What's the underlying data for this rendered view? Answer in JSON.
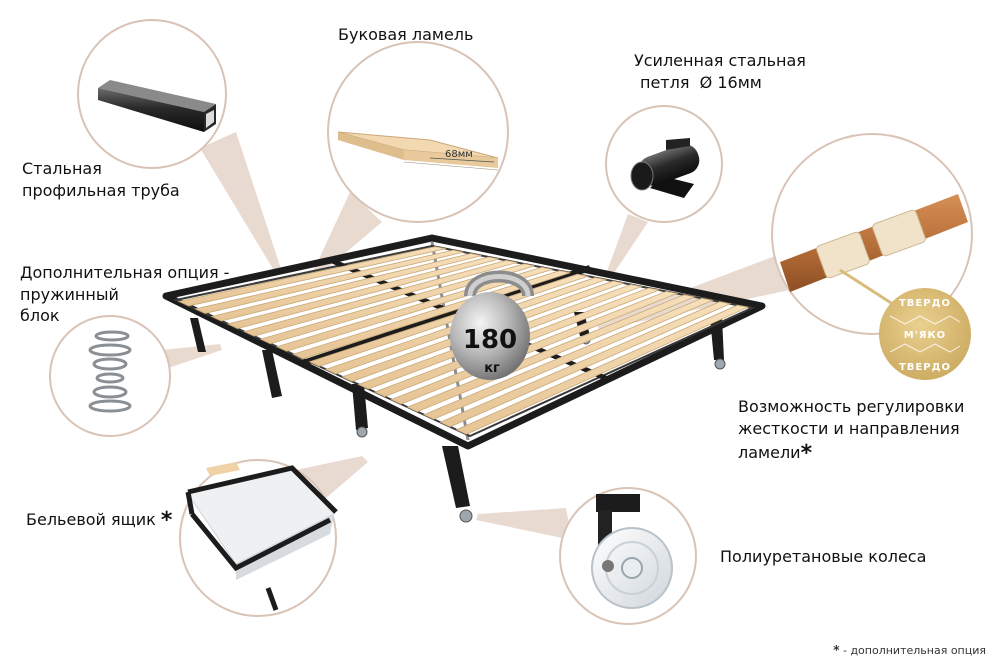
{
  "labels": {
    "beech_slat": "Буковая ламель",
    "steel_loop_line1": "Усиленная стальная",
    "steel_loop_line2": "петля  Ø 16мм",
    "steel_pipe_line1": "Стальная",
    "steel_pipe_line2": "профильная труба",
    "spring_line1": "Дополнительная опция -",
    "spring_line2": "пружинный",
    "spring_line3": "блок",
    "stiffness_line1": "Возможность регулировки",
    "stiffness_line2": "жесткости и направления",
    "stiffness_line3": "ламели",
    "storage_box": "Бельевой ящик",
    "wheels": "Полиуретановые колеса"
  },
  "slat_width": "68мм",
  "weight": {
    "value": "180",
    "unit": "кг"
  },
  "stiffness_badge": [
    "ТВЕРДО",
    "М'ЯКО",
    "ТВЕРДО"
  ],
  "option_mark": "*",
  "footnote": "- дополнительная опция",
  "colors": {
    "frame": "#1c1c1c",
    "slat": "#efd2a6",
    "slat_edge": "#c9a877",
    "callout_line": "#d9c3b6",
    "badge": "#d8bd7a",
    "wood": "#b8703a"
  }
}
